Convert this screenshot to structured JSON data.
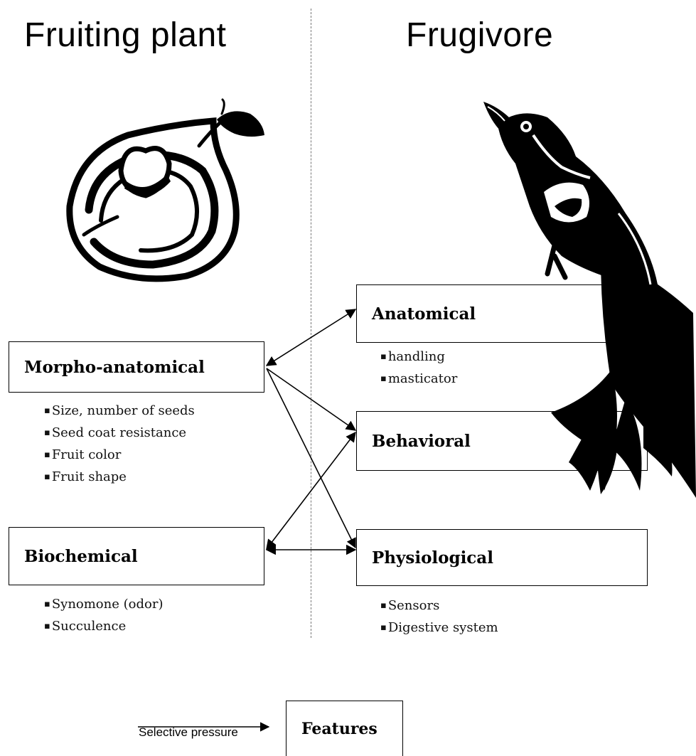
{
  "headings": {
    "left": "Fruiting plant",
    "right": "Frugivore"
  },
  "plant_traits": [
    {
      "title": "Morpho-anatomical",
      "items": [
        "Size, number of seeds",
        "Seed coat resistance",
        "Fruit color",
        "Fruit shape"
      ]
    },
    {
      "title": "Biochemical",
      "items": [
        "Synomone  (odor)",
        "Succulence"
      ]
    }
  ],
  "frugivore_traits": [
    {
      "title": "Anatomical",
      "items": [
        "handling",
        "masticator"
      ]
    },
    {
      "title": "Behavioral",
      "items": []
    },
    {
      "title": "Physiological",
      "items": [
        "Sensors",
        "Digestive system"
      ]
    }
  ],
  "legend": {
    "arrow_label": "Selective pressure",
    "box_label": "Features"
  },
  "illustrations": {
    "left": "avocado-fruit-icon",
    "right": "bird-of-paradise-icon"
  },
  "colors": {
    "ink": "#000000",
    "background": "#ffffff",
    "divider": "#777777"
  }
}
